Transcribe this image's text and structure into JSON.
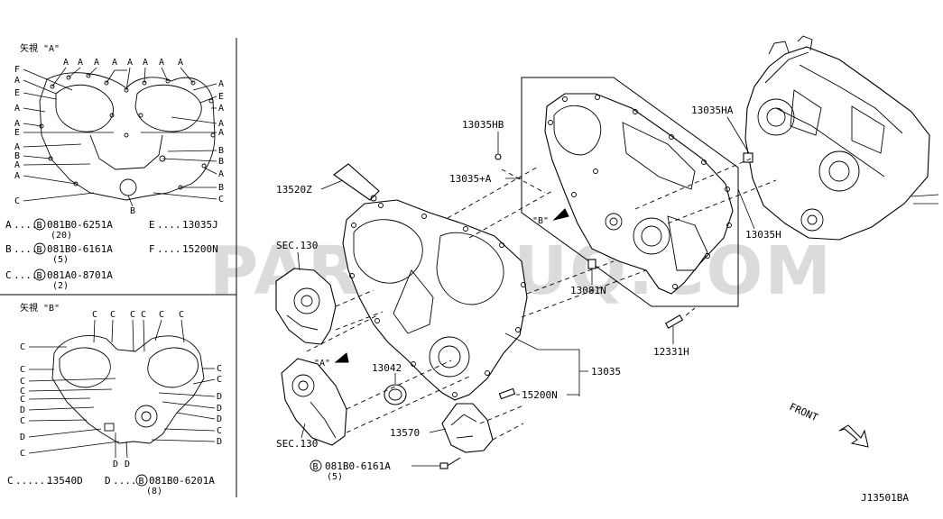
{
  "view_a": {
    "title": "矢視 \"A\"",
    "top_letters": [
      "A",
      "A",
      "A",
      "A",
      "A",
      "A",
      "A",
      "A"
    ],
    "left_letters": [
      "F",
      "A",
      "E",
      "A",
      "A",
      "E",
      "A",
      "B",
      "A",
      "A",
      "C"
    ],
    "right_letters": [
      "A",
      "E",
      "A",
      "A",
      "A",
      "B",
      "B",
      "A",
      "B",
      "C"
    ],
    "bottom_letter": "B"
  },
  "legend_a": [
    {
      "key": "A",
      "circle": "B",
      "part": "081B0-6251A",
      "qty": "(20)",
      "key2": "E",
      "part2": "13035J"
    },
    {
      "key": "B",
      "circle": "B",
      "part": "081B0-6161A",
      "qty": "(5)",
      "key2": "F",
      "part2": "15200N"
    },
    {
      "key": "C",
      "circle": "B",
      "part": "081A0-8701A",
      "qty": "(2)"
    }
  ],
  "view_b": {
    "title": "矢視 \"B\"",
    "top_letters": [
      "C",
      "C",
      "C",
      "C",
      "C",
      "C"
    ],
    "left_letters": [
      "C",
      "C",
      "C",
      "C",
      "C",
      "D",
      "C",
      "D",
      "C"
    ],
    "right_letters": [
      "C",
      "C",
      "D",
      "D",
      "D",
      "C",
      "D"
    ],
    "bottom_letters": [
      "D",
      "D"
    ]
  },
  "legend_b": {
    "c_key": "C",
    "c_part": "13540D",
    "d_key": "D",
    "d_circle": "B",
    "d_part": "081B0-6201A",
    "d_qty": "(8)"
  },
  "callouts": {
    "p13520Z": "13520Z",
    "sec130_top": "SEC.130",
    "sec130_bottom": "SEC.130",
    "p13042": "13042",
    "p13570": "13570",
    "bolt_circle": "B",
    "bolt_part": "081B0-6161A",
    "bolt_qty": "(5)",
    "view_a_arrow": "\"A\"",
    "view_b_arrow": "\"B\"",
    "p13035HB": "13035HB",
    "p13035A": "13035+A",
    "p13081N": "13081N",
    "p12331H": "12331H",
    "p13035HA": "13035HA",
    "p13035H": "13035H",
    "p13035": "13035",
    "p15200N": "15200N",
    "front": "FRONT",
    "diagram_code": "J13501BA"
  },
  "watermark": "PARTSOUQ.COM"
}
